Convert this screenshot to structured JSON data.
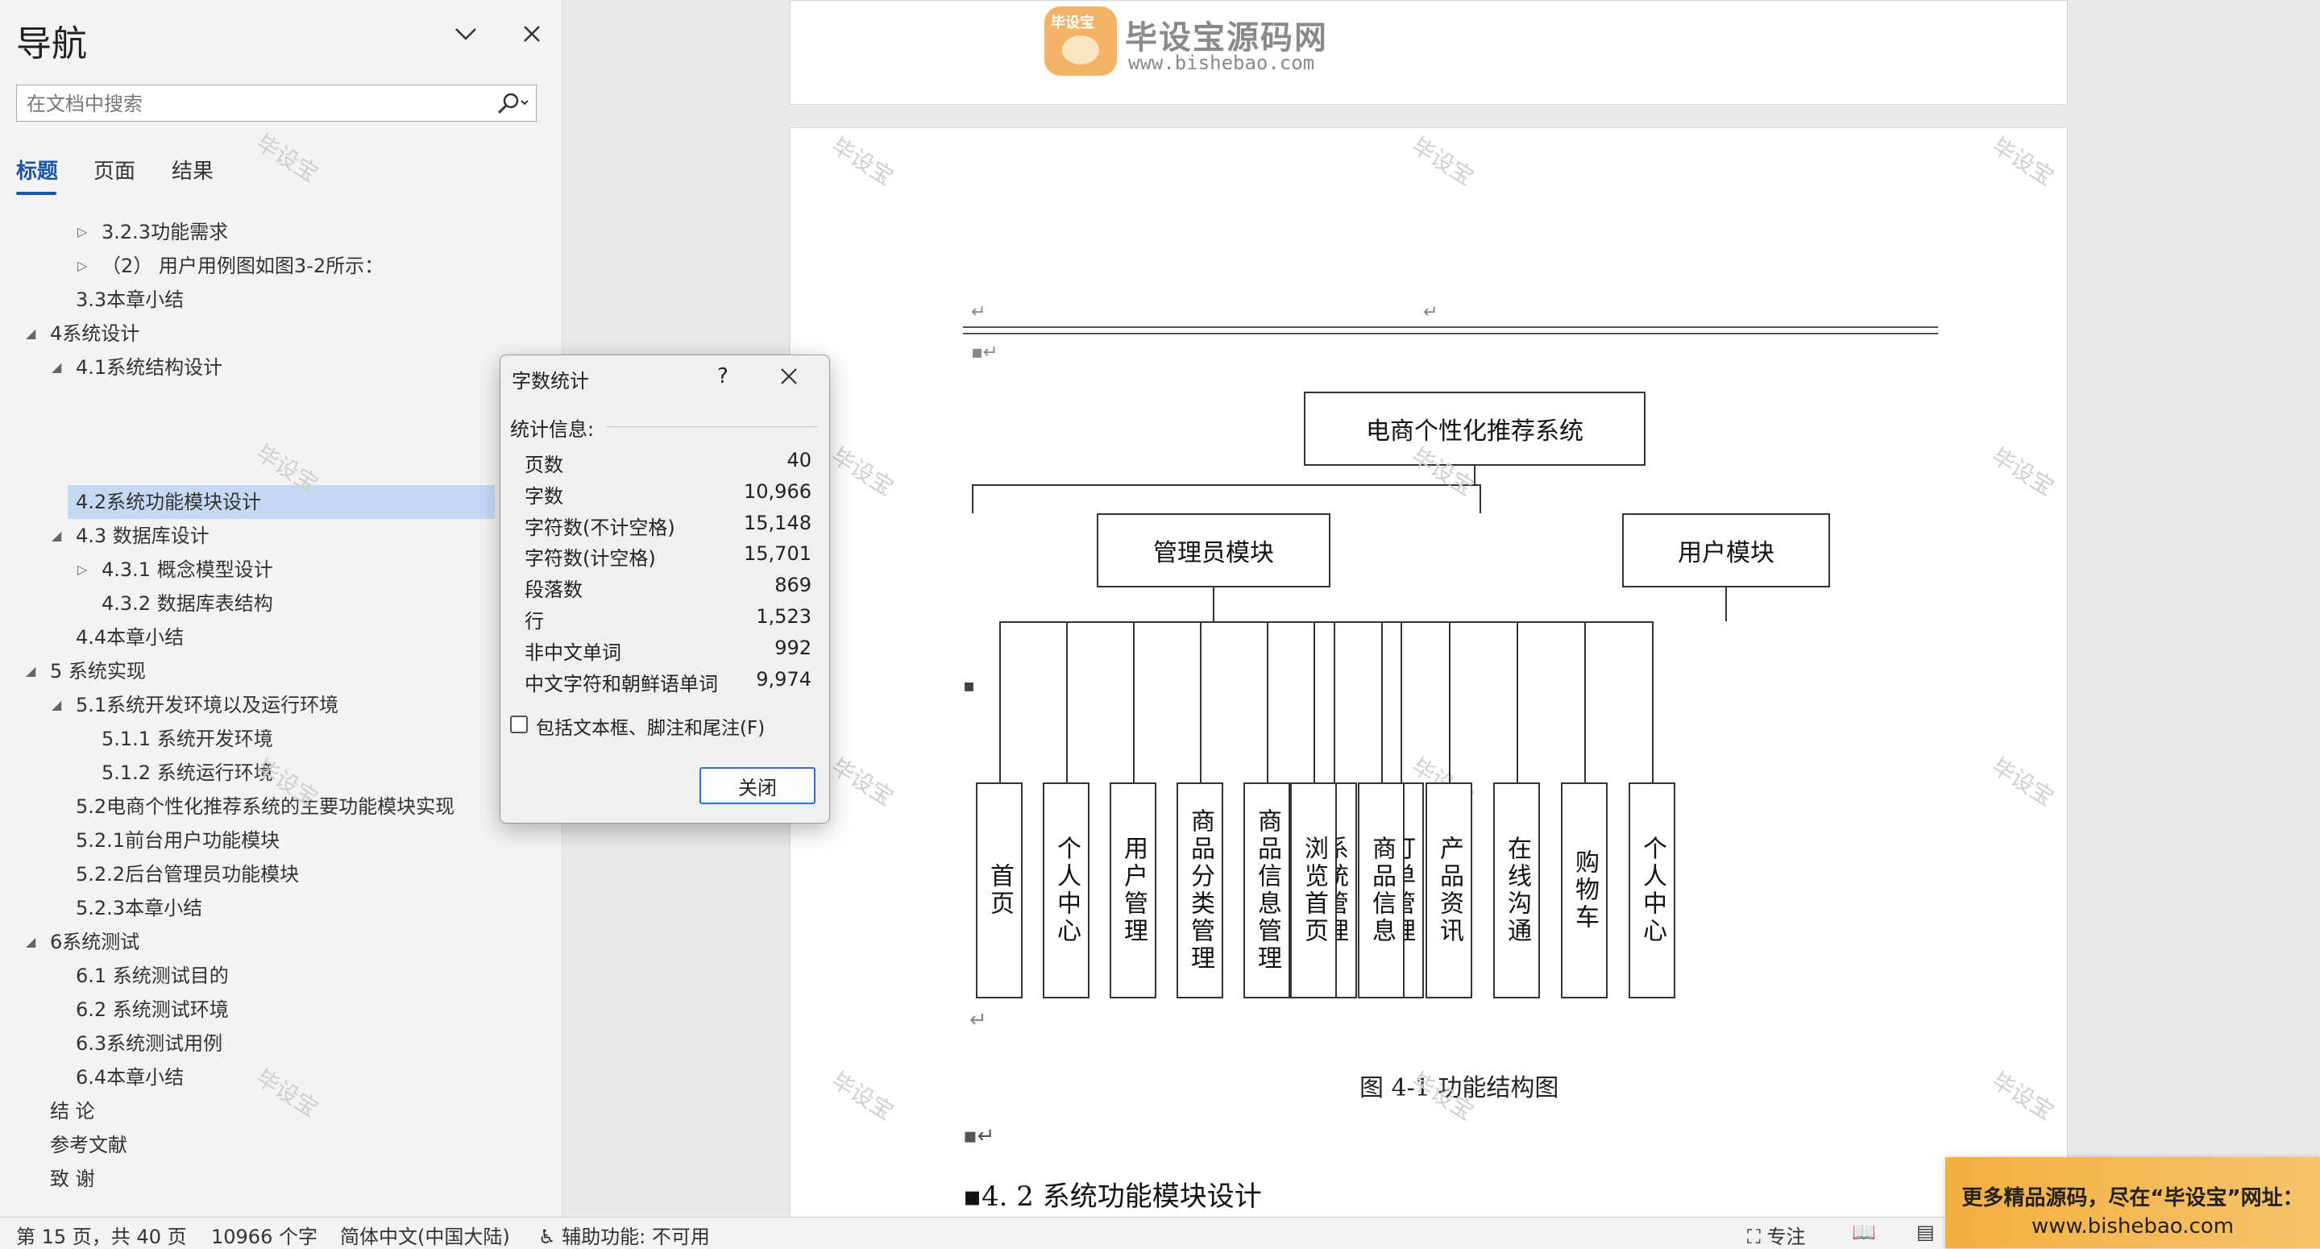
{
  "nav": {
    "title": "导航",
    "search_placeholder": "在文档中搜索",
    "tabs": [
      "标题",
      "页面",
      "结果"
    ],
    "items": [
      {
        "label": "3.2.3功能需求",
        "level": 3,
        "arrow": "collapsed"
      },
      {
        "label": "（2） 用户用例图如图3-2所示：",
        "level": 3,
        "arrow": "collapsed"
      },
      {
        "label": "3.3本章小结",
        "level": 2,
        "arrow": "none"
      },
      {
        "label": "4系统设计",
        "level": 1,
        "arrow": "expanded"
      },
      {
        "label": "4.1系统结构设计",
        "level": 2,
        "arrow": "expanded"
      },
      {
        "label": "4.2系统功能模块设计",
        "level": 2,
        "arrow": "none",
        "selected": true
      },
      {
        "label": "4.3 数据库设计",
        "level": 2,
        "arrow": "expanded"
      },
      {
        "label": "4.3.1 概念模型设计",
        "level": 3,
        "arrow": "collapsed"
      },
      {
        "label": "4.3.2 数据库表结构",
        "level": 3,
        "arrow": "none"
      },
      {
        "label": "4.4本章小结",
        "level": 2,
        "arrow": "none"
      },
      {
        "label": "5 系统实现",
        "level": 1,
        "arrow": "expanded"
      },
      {
        "label": "5.1系统开发环境以及运行环境",
        "level": 2,
        "arrow": "expanded"
      },
      {
        "label": "5.1.1 系统开发环境",
        "level": 3,
        "arrow": "none"
      },
      {
        "label": "5.1.2 系统运行环境",
        "level": 3,
        "arrow": "none"
      },
      {
        "label": "5.2电商个性化推荐系统的主要功能模块实现",
        "level": 2,
        "arrow": "none"
      },
      {
        "label": "5.2.1前台用户功能模块",
        "level": 2,
        "arrow": "none"
      },
      {
        "label": "5.2.2后台管理员功能模块",
        "level": 2,
        "arrow": "none"
      },
      {
        "label": "5.2.3本章小结",
        "level": 2,
        "arrow": "none"
      },
      {
        "label": "6系统测试",
        "level": 1,
        "arrow": "expanded"
      },
      {
        "label": "6.1 系统测试目的",
        "level": 2,
        "arrow": "none"
      },
      {
        "label": "6.2 系统测试环境",
        "level": 2,
        "arrow": "none"
      },
      {
        "label": "6.3系统测试用例",
        "level": 2,
        "arrow": "none"
      },
      {
        "label": "6.4本章小结",
        "level": 2,
        "arrow": "none"
      },
      {
        "label": "结 论",
        "level": 1,
        "arrow": "none"
      },
      {
        "label": "参考文献",
        "level": 1,
        "arrow": "none"
      },
      {
        "label": "致 谢",
        "level": 1,
        "arrow": "none"
      }
    ]
  },
  "watermark": {
    "text": "毕设宝",
    "logo_badge": "毕设宝",
    "logo_title": "毕设宝源码网",
    "logo_url": "www.bishebao.com"
  },
  "diagram": {
    "root": "电商个性化推荐系统",
    "admin_module": "管理员模块",
    "user_module": "用户模块",
    "admin_children": [
      "首页",
      "个人中心",
      "用户管理",
      "商品分类管理",
      "商品信息管理",
      "系统管理",
      "订单管理"
    ],
    "user_children": [
      "浏览首页",
      "商品信息",
      "产品资讯",
      "在线沟通",
      "购物车",
      "个人中心"
    ],
    "caption": "图 4-1 功能结构图",
    "section_heading": "4. 2 系统功能模块设计"
  },
  "dialog": {
    "title": "字数统计",
    "help": "?",
    "section": "统计信息:",
    "stats": [
      {
        "label": "页数",
        "value": "40"
      },
      {
        "label": "字数",
        "value": "10,966"
      },
      {
        "label": "字符数(不计空格)",
        "value": "15,148"
      },
      {
        "label": "字符数(计空格)",
        "value": "15,701"
      },
      {
        "label": "段落数",
        "value": "869"
      },
      {
        "label": "行",
        "value": "1,523"
      },
      {
        "label": "非中文单词",
        "value": "992"
      },
      {
        "label": "中文字符和朝鲜语单词",
        "value": "9,974"
      }
    ],
    "checkbox_label": "包括文本框、脚注和尾注(F)",
    "close_label": "关闭"
  },
  "status": {
    "page": "第 15 页，共 40 页",
    "words": "10966 个字",
    "language": "简体中文(中国大陆)",
    "accessibility": "辅助功能: 不可用",
    "focus": "专注"
  },
  "promo": {
    "line1": "更多精品源码，尽在“毕设宝”网址：",
    "line2": "www.bishebao.com"
  },
  "colors": {
    "accent": "#1a56a8",
    "selection": "#c5d9f5",
    "promo": "#f3b041"
  }
}
